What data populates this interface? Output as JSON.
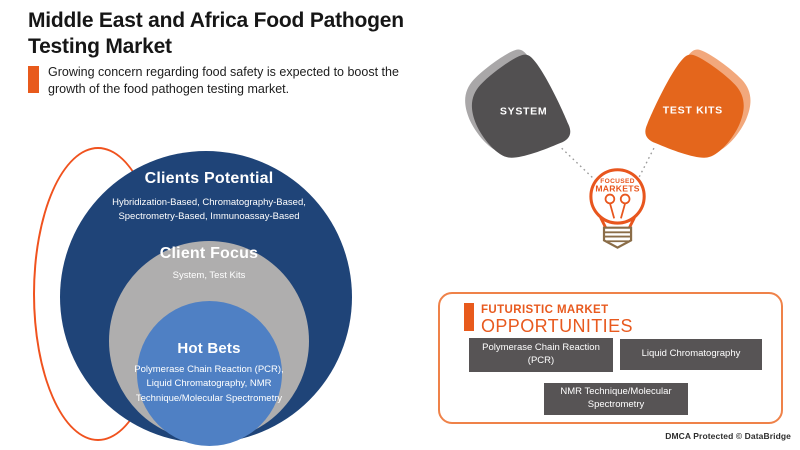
{
  "header": {
    "title": "Middle East and Africa Food Pathogen Testing Market",
    "subtitle": "Growing concern regarding food safety is expected to boost the growth of the food pathogen testing market."
  },
  "venn": {
    "outer_label": "Clients Potential",
    "outer_items": "Hybridization-Based, Chromatography-Based, Spectrometry-Based, Immunoassay-Based",
    "middle_label": "Client Focus",
    "middle_items": "System, Test Kits",
    "inner_label": "Hot Bets",
    "inner_items": "Polymerase Chain Reaction (PCR), Liquid Chromatography, NMR Technique/Molecular Spectrometry"
  },
  "focused": {
    "system_label": "SYSTEM",
    "test_kits_label": "TEST KITS",
    "bulb_line1": "FOCUSED",
    "bulb_line2": "MARKETS"
  },
  "opportunities": {
    "heading_line1": "FUTURISTIC MARKET",
    "heading_line2": "OPPORTUNITIES",
    "items": [
      "Polymerase Chain Reaction (PCR)",
      "Liquid Chromatography",
      "NMR Technique/Molecular Spectrometry"
    ]
  },
  "footer": {
    "dmca": "DMCA Protected © DataBridge"
  },
  "colors": {
    "accent_orange": "#e85a1c",
    "outline_orange": "#f0521e",
    "shape_orange": "#e4661c",
    "shape_orange_shadow": "#f2a87c",
    "navy": "#1f4478",
    "gray_circle": "#afaeae",
    "inner_blue": "#4f80c4",
    "shape_gray": "#525051",
    "shape_gray_shadow": "#a9a7a8",
    "box_gray": "#575455",
    "bulb_base_brown": "#8a6d48"
  }
}
